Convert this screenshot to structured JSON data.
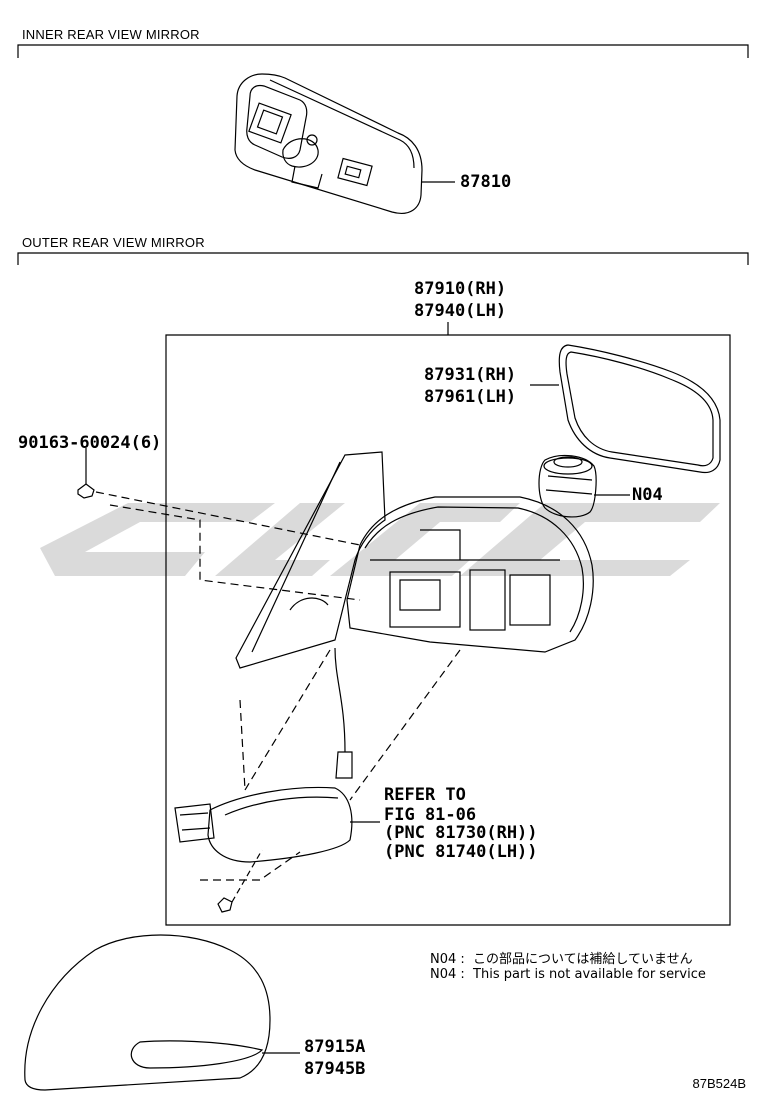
{
  "sections": {
    "inner": {
      "title": "INNER REAR VIEW MIRROR"
    },
    "outer": {
      "title": "OUTER REAR VIEW MIRROR"
    }
  },
  "callouts": {
    "inner_mirror": "87810",
    "outer_assy_rh": "87910(RH)",
    "outer_assy_lh": "87940(LH)",
    "mirror_rh": "87931(RH)",
    "mirror_lh": "87961(LH)",
    "screw": "90163-60024(6)",
    "motor": "N04",
    "refer_line1": "REFER TO",
    "refer_line2": "FIG 81-06",
    "refer_line3": "(PNC 81730(RH))",
    "refer_line4": "(PNC 81740(LH))",
    "cover_a": "87915A",
    "cover_b": "87945B"
  },
  "notes": {
    "line1": "N04 :  この部品については補給していません",
    "line2": "N04 :  This part is not available for service"
  },
  "figure_code": "87B524B",
  "watermark": {
    "color": "#d4d4d4"
  }
}
